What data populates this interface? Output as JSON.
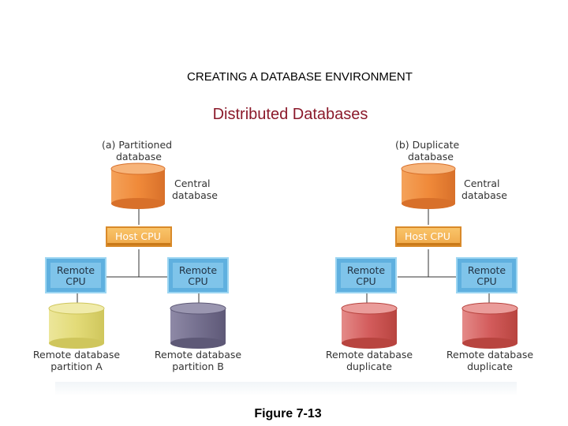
{
  "header": "CREATING A DATABASE ENVIRONMENT",
  "title": "Distributed Databases",
  "caption": "Figure 7-13",
  "diagram_a": {
    "label_line1": "(a) Partitioned",
    "label_line2": "database",
    "central_line1": "Central",
    "central_line2": "database",
    "host": "Host CPU",
    "remote_left_line1": "Remote",
    "remote_left_line2": "CPU",
    "remote_right_line1": "Remote",
    "remote_right_line2": "CPU",
    "db_left_line1": "Remote database",
    "db_left_line2": "partition A",
    "db_right_line1": "Remote database",
    "db_right_line2": "partition B"
  },
  "diagram_b": {
    "label_line1": "(b) Duplicate",
    "label_line2": "database",
    "central_line1": "Central",
    "central_line2": "database",
    "host": "Host CPU",
    "remote_left_line1": "Remote",
    "remote_left_line2": "CPU",
    "remote_right_line1": "Remote",
    "remote_right_line2": "CPU",
    "db_left_line1": "Remote database",
    "db_left_line2": "duplicate",
    "db_right_line1": "Remote database",
    "db_right_line2": "duplicate"
  },
  "colors": {
    "title": "#8b1a2b",
    "central_db": "#f08a3a",
    "host_cpu": "#f5b554",
    "remote_cpu": "#7fc4ea",
    "partition_a": "#e3db78",
    "partition_b": "#75708f",
    "duplicate": "#d35c5c"
  }
}
